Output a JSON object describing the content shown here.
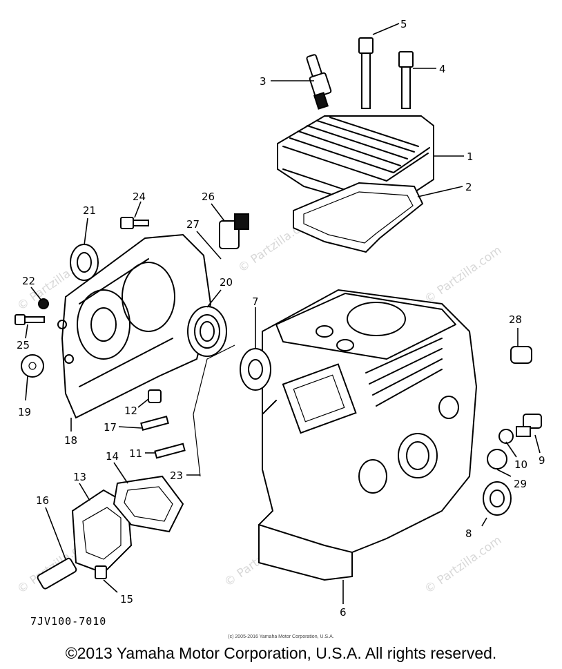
{
  "diagram_code": "7JV100-7010",
  "small_copyright": "(c) 2005-2016 Yamaha Motor Corporation, U.S.A.",
  "footer_copyright": "©2013 Yamaha Motor Corporation, U.S.A. All rights reserved.",
  "watermark_text": "© Partzilla.com",
  "callouts": [
    "1",
    "2",
    "3",
    "4",
    "5",
    "6",
    "7",
    "8",
    "9",
    "10",
    "11",
    "12",
    "13",
    "14",
    "15",
    "16",
    "17",
    "18",
    "19",
    "20",
    "21",
    "22",
    "23",
    "24",
    "25",
    "26",
    "27",
    "28",
    "29"
  ]
}
